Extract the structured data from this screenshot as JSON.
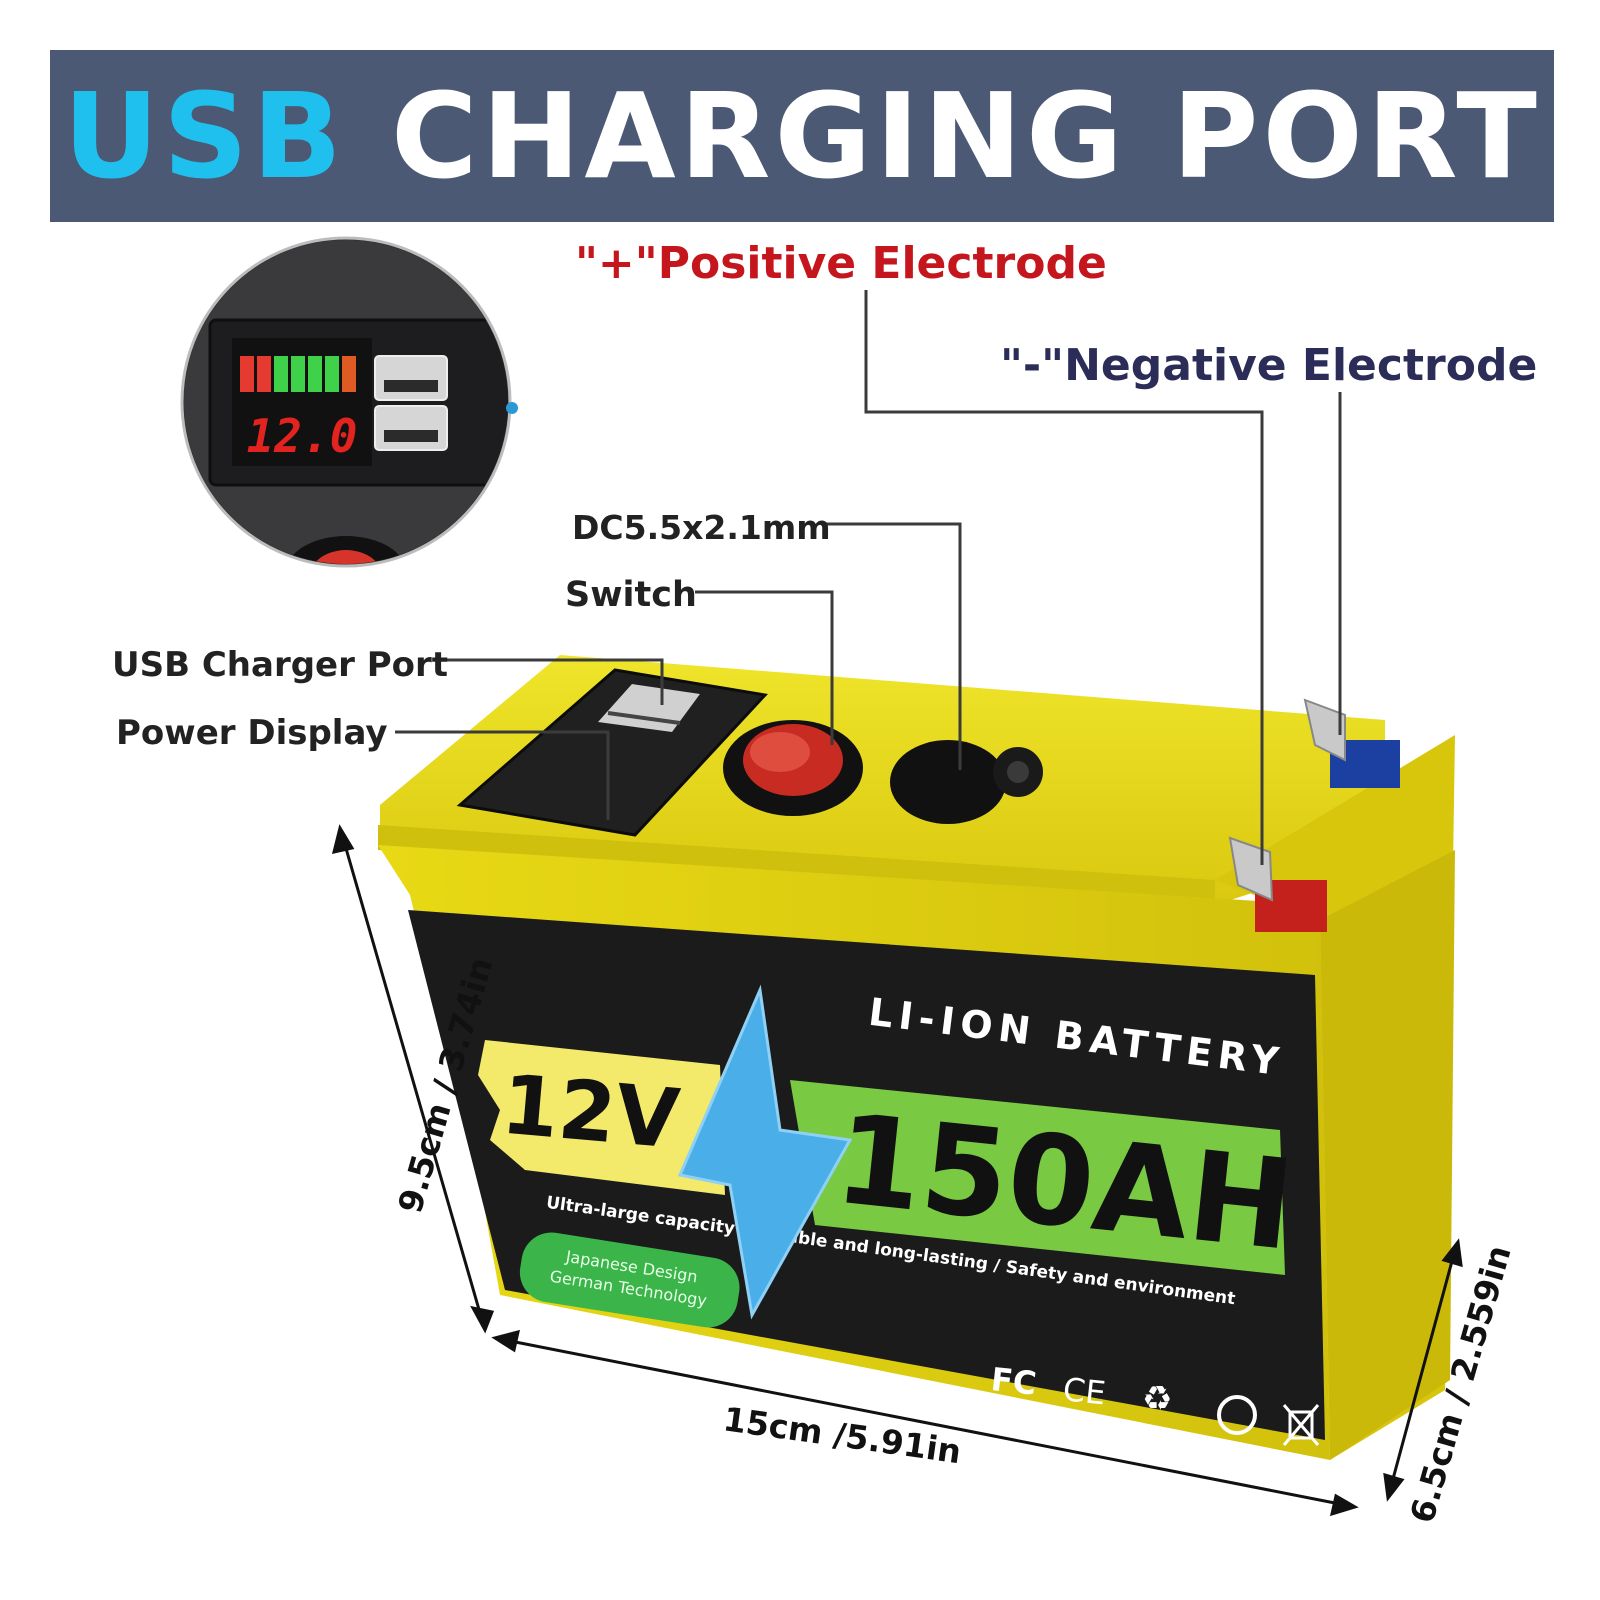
{
  "banner": {
    "title_highlight": "USB",
    "title_rest": "CHARGING PORT"
  },
  "callouts": {
    "positive": "\"+\"Positive Electrode",
    "negative": "\"-\"Negative Electrode",
    "dc": "DC5.5x2.1mm",
    "switch": "Switch",
    "usb_port": "USB Charger Port",
    "power_display": "Power Display"
  },
  "display": {
    "voltage": "12.0"
  },
  "label": {
    "type": "LI-ION BATTERY",
    "voltage": "12V",
    "capacity": "150AH",
    "features": "Ultra-large capacity / Durable and long-lasting / Safety and environment",
    "badge_line1": "Japanese Design",
    "badge_line2": "German Technology",
    "cert_fc": "FC",
    "cert_ce": "CE"
  },
  "dimensions": {
    "height": "9.5cm / 3.74in",
    "length": "15cm /5.91in",
    "depth": "6.5cm / 2.559in"
  },
  "colors": {
    "banner_bg": "#4b5975",
    "accent_blue": "#1fc0ee",
    "battery_yellow": "#f0e21a",
    "label_black": "#1b1b1b",
    "capacity_green": "#7ac943",
    "positive_red": "#c4161c",
    "negative_navy": "#2b2d58"
  }
}
